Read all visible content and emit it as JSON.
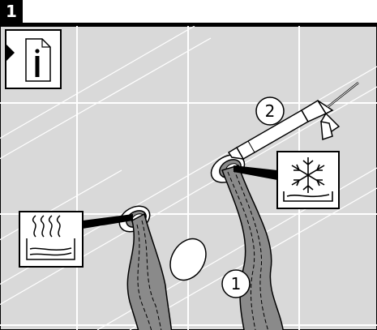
{
  "step": {
    "number": "1"
  },
  "callouts": {
    "sealant_gun": "2",
    "hose": "1"
  },
  "icons": {
    "info": "info-document-icon",
    "heat": "heat-waves-icon",
    "cold": "snowflake-icon"
  },
  "colors": {
    "background": "#d9d9d9",
    "hose": "#8a8a8a",
    "accent": "#000000"
  }
}
